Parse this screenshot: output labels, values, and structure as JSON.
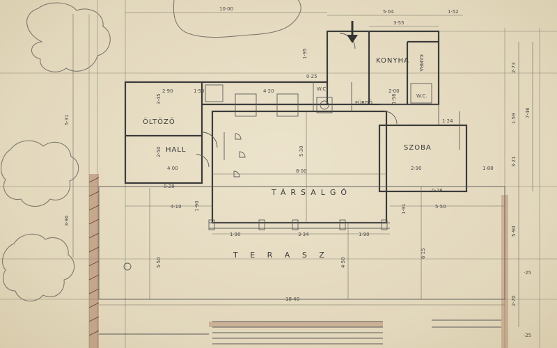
{
  "rooms": {
    "konyha": "KONYHA",
    "oltozo": "ÖLTÖZŐ",
    "hall": "HALL",
    "szoba": "SZOBA",
    "tarsalgo": "TÁRSALGÓ",
    "terasz": "T E R A S Z",
    "wc_left": "W.C.",
    "wc_right": "W.C.",
    "kamra": "KAMRA",
    "az": "FÜRDŐ"
  },
  "dimensions": {
    "top_overall": "10·00",
    "top_right": "5·04",
    "top_right2": "1·52",
    "kitchen_width": "3·55",
    "left_vertical_upper": "5·31",
    "left_vertical_lower": "3·90",
    "oltozo_width": "2·90",
    "oltozo_height": "3·45",
    "wc_width": "1·50",
    "hall_width": "4·00",
    "hall_height": "2·50",
    "lower_left_a": "0·28",
    "lower_left_b": "4·10",
    "lower_left_c": "1·90",
    "center_width": "8·00",
    "center_height": "5·30",
    "top_center": "4·20",
    "szoba_width": "2·90",
    "szoba_dim": "1·88",
    "right_a": "0·28",
    "right_b": "5·50",
    "right_c": "1·91",
    "front_a": "1·90",
    "front_b": "3·34",
    "front_c": "1·90",
    "terrace_depth_a": "4·50",
    "terrace_depth_b": "6·15",
    "terrace_height_left": "5·50",
    "right_vertical_a": "2·73",
    "right_vertical_b": "1·59",
    "right_vertical_c": "3·21",
    "right_vertical_d": "7·46",
    "right_vertical_e": "5·90",
    "right_vertical_f": "2·70",
    "total_width": "18·40",
    "small_a": "0·25",
    "small_b": "1·95",
    "small_c": "2·00",
    "small_d": "1·56",
    "small_e": "1·24",
    "small_f": "·25",
    "small_g": "·25"
  }
}
